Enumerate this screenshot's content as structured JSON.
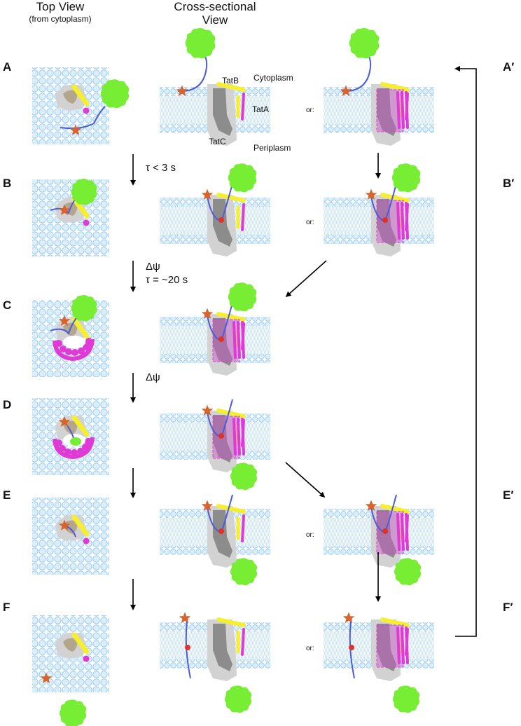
{
  "headers": {
    "top_view": "Top View",
    "top_view_sub": "(from cytoplasm)",
    "cross_section_line1": "Cross-sectional",
    "cross_section_line2": "View"
  },
  "row_labels_left": [
    "A",
    "B",
    "C",
    "D",
    "E",
    "F"
  ],
  "row_labels_right": [
    "A′",
    "B′",
    "E′",
    "F′"
  ],
  "component_labels": {
    "tatb": "TatB",
    "tata": "TatA",
    "tatc": "TatC",
    "cytoplasm": "Cytoplasm",
    "periplasm": "Periplasm"
  },
  "or_label": "or:",
  "step_labels": {
    "a_to_b": "τ < 3 s",
    "b_to_c_line1": "Δψ",
    "b_to_c_line2": "τ = ~20 s",
    "c_to_d": "Δψ"
  },
  "colors": {
    "membrane": "#a9d4f2",
    "membrane_tail": "#b5daf3",
    "protein_substrate": "#77ee33",
    "signal_peptide": "#4a5cd8",
    "star": "#d9642b",
    "tatb": "#f6ef2e",
    "tata": "#e03ad6",
    "tatc_dark": "#8c8c8c",
    "tatc_light": "#d2d2d2",
    "red_dot": "#e0312a"
  }
}
